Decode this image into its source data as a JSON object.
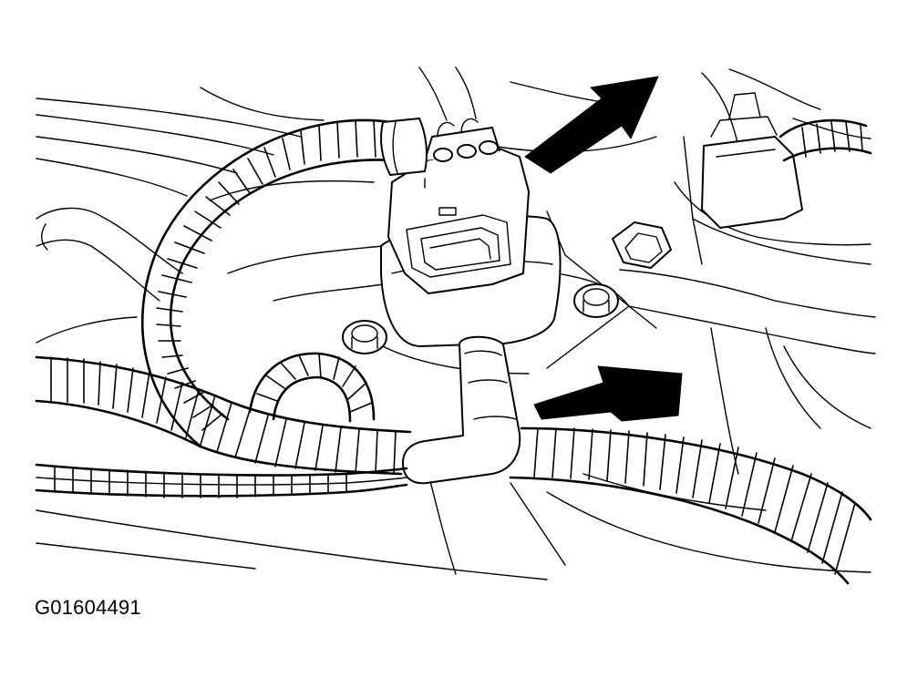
{
  "figure": {
    "code": "G01604491"
  },
  "colors": {
    "background": "#ffffff",
    "ink": "#000000"
  },
  "callouts": [
    {
      "name": "arrow-upper",
      "icon": "pointer-arrow-icon"
    },
    {
      "name": "arrow-lower",
      "icon": "pointer-arrow-icon"
    }
  ]
}
